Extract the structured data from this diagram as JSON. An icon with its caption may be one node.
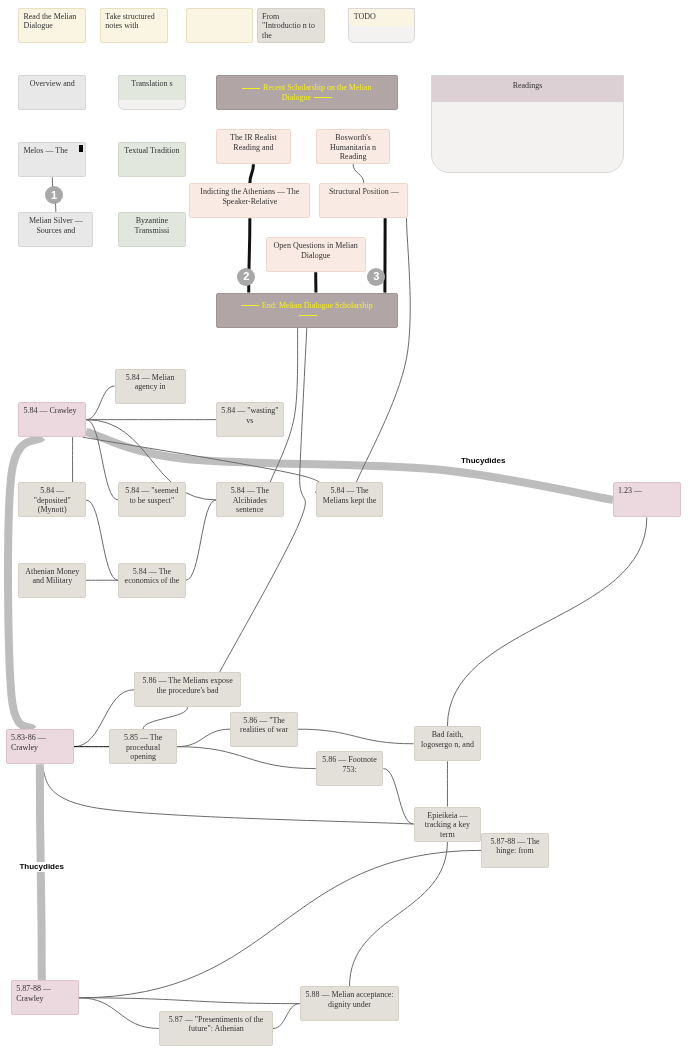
{
  "diagram": {
    "nodes": [
      {
        "text": [
          "Read the Melian Dialogue"
        ]
      },
      {
        "text": [
          "Take structured notes with"
        ]
      },
      {
        "text": [],
        "shape": "box"
      },
      {
        "text": [
          "From \"Introductio n to the"
        ]
      },
      {
        "text": [
          "TODO"
        ]
      },
      {
        "text": [
          "Overview and"
        ]
      },
      {
        "text": [
          "Translation s"
        ]
      },
      {
        "text": [
          "Recent Scholarship on the Melian Dialogue"
        ]
      },
      {
        "text": [
          "Readings"
        ]
      },
      {
        "text": [
          "Melos — The"
        ]
      },
      {
        "text": [
          "Textual Tradition"
        ]
      },
      {
        "text": [
          "The IR Realist Reading and"
        ]
      },
      {
        "text": [
          "Bosworth's Humanitaria n Reading"
        ]
      },
      {
        "text": [
          "Indicting the Athenians — The Speaker-Relative"
        ]
      },
      {
        "text": [
          "Structural Position —"
        ]
      },
      {
        "text": [
          "Melian Silver — Sources and"
        ]
      },
      {
        "text": [
          "Byzantine Transmissi"
        ]
      },
      {
        "text": [
          "Open Questions in Melian Dialogue"
        ]
      },
      {
        "text": [
          "End: Melian Dialogue Scholarship"
        ]
      },
      {
        "text": [
          "5.84 — Melian agency in"
        ]
      },
      {
        "text": [
          "5.84 — Crawley"
        ]
      },
      {
        "text": [
          "5.84 — \"wasting\" vs"
        ]
      },
      {
        "text": [
          "5.84 — \"deposited\" (Mynott)"
        ]
      },
      {
        "text": [
          "5.84 — \"seemed to be suspect\""
        ]
      },
      {
        "text": [
          "5.84 — The Alcibiades sentence"
        ]
      },
      {
        "text": [
          "5.84 — The Melians kept the"
        ]
      },
      {
        "text": [
          "1.23 —"
        ]
      },
      {
        "text": [
          "Athenian Money and Military"
        ]
      },
      {
        "text": [
          "5.84 — The economics of the"
        ]
      },
      {
        "text": [
          "5.86 — The Melians expose the procedure's bad"
        ]
      },
      {
        "text": [
          "5.83-86 — Crawley"
        ]
      },
      {
        "text": [
          "5.85 — The procedural opening"
        ]
      },
      {
        "text": [
          "5.86 — \"The realities of war"
        ]
      },
      {
        "text": [
          "Bad faith, logosergo n, and"
        ]
      },
      {
        "text": [
          "5.86 — Footnote 753:"
        ]
      },
      {
        "text": [
          "Epieikeia — tracking a key term"
        ]
      },
      {
        "text": [
          "5.87-88 — The hinge: from"
        ]
      },
      {
        "text": [
          "5.87-88 — Crawley"
        ]
      },
      {
        "text": [
          "5.88 — Melian acceptance: dignity under"
        ]
      },
      {
        "text": [
          "5.87 — \"Presentiments of the future\": Athenian"
        ]
      }
    ],
    "edges": [
      {
        "from": 9,
        "to": 15,
        "arrow": "none"
      },
      {
        "from": 11,
        "to": 13,
        "arrow": "none",
        "style": "thick",
        "color": "#111111"
      },
      {
        "from": 12,
        "to": 14,
        "arrow": "none"
      },
      {
        "from": 13,
        "to": 18,
        "arrow": "none",
        "style": "thick",
        "color": "#111111"
      },
      {
        "from": 14,
        "to": 18,
        "arrow": "none",
        "style": "thick",
        "color": "#111111"
      },
      {
        "from": 17,
        "to": 18,
        "arrow": "none",
        "style": "thick",
        "color": "#111111"
      },
      {
        "from": 20,
        "to": 19,
        "arrow": "none"
      },
      {
        "from": 20,
        "to": 21,
        "arrow": "none"
      },
      {
        "from": 20,
        "to": 26,
        "arrow": "none",
        "label": "Thucydides",
        "style": "thick",
        "color": "#bdbdbd"
      },
      {
        "from": 20,
        "to": 22,
        "arrow": "none"
      },
      {
        "from": 20,
        "to": 23,
        "arrow": "none"
      },
      {
        "from": 20,
        "to": 24,
        "arrow": "none"
      },
      {
        "from": 20,
        "to": 25,
        "arrow": "none"
      },
      {
        "from": 20,
        "to": 30,
        "arrow": "none",
        "style": "thick",
        "color": "#bdbdbd"
      },
      {
        "from": 22,
        "to": 28,
        "arrow": "none"
      },
      {
        "from": 27,
        "to": 28,
        "arrow": "none"
      },
      {
        "from": 28,
        "to": 24,
        "arrow": "none"
      },
      {
        "from": 18,
        "to": 24,
        "arrow": "none"
      },
      {
        "from": 18,
        "to": 29,
        "arrow": "none"
      },
      {
        "from": 14,
        "to": 25,
        "arrow": "none"
      },
      {
        "from": 26,
        "to": 33,
        "arrow": "none"
      },
      {
        "from": 30,
        "to": 29,
        "arrow": "none"
      },
      {
        "from": 30,
        "to": 31,
        "arrow": "none",
        "color": "#111111"
      },
      {
        "from": 31,
        "to": 32,
        "arrow": "none"
      },
      {
        "from": 31,
        "to": 29,
        "arrow": "none"
      },
      {
        "from": 31,
        "to": 34,
        "arrow": "none"
      },
      {
        "from": 32,
        "to": 33,
        "arrow": "none"
      },
      {
        "from": 34,
        "to": 35,
        "arrow": "none"
      },
      {
        "from": 33,
        "to": 35,
        "arrow": "none"
      },
      {
        "from": 30,
        "to": 35,
        "arrow": "none"
      },
      {
        "from": 30,
        "to": 37,
        "arrow": "none",
        "label": "Thucydides",
        "style": "thick",
        "color": "#bdbdbd"
      },
      {
        "from": 36,
        "to": 37,
        "arrow": "none"
      },
      {
        "from": 35,
        "to": 38,
        "arrow": "none"
      },
      {
        "from": 37,
        "to": 38,
        "arrow": "none"
      },
      {
        "from": 37,
        "to": 39,
        "arrow": "none"
      },
      {
        "from": 39,
        "to": 38,
        "arrow": "none"
      }
    ],
    "labels": [
      "1",
      "2",
      "3"
    ]
  }
}
